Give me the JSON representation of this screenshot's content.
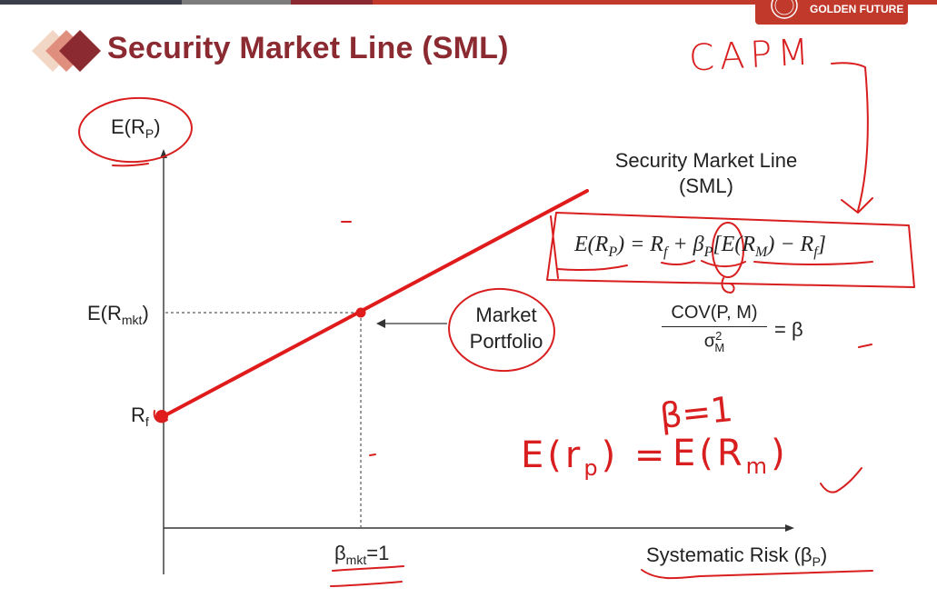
{
  "slide": {
    "title": "Security Market Line (SML)",
    "logo_text": "GOLDEN FUTURE"
  },
  "colors": {
    "title": "#8c2a32",
    "line": "#e01b1b",
    "ink": "#d81e1e",
    "text": "#222222"
  },
  "axes": {
    "y_label_main": "E(R",
    "y_label_sub": "P",
    "y_label_close": ")",
    "x_label": "Systematic Risk (β",
    "x_label_sub": "P",
    "x_label_close": ")"
  },
  "labels": {
    "e_rmkt_main": "E(R",
    "e_rmkt_sub": "mkt",
    "e_rmkt_close": ")",
    "rf_main": "R",
    "rf_sub": "f",
    "beta_mkt_main": "β",
    "beta_mkt_sub": "mkt",
    "beta_mkt_val": "=1",
    "sml_line1": "Security Market Line",
    "sml_line2": "(SML)",
    "market_line1": "Market",
    "market_line2": "Portfolio"
  },
  "formula": {
    "lhs": "E(R",
    "lhs_sub": "P",
    "mid": ") = R",
    "rf_sub": "f",
    "plus": " + β",
    "beta_sub": "P",
    "bracket": "[E(R",
    "m_sub": "M",
    "minus": ") − R",
    "rf2_sub": "f",
    "close": "]"
  },
  "beta_formula": {
    "numerator": "COV(P, M)",
    "den_main": "σ",
    "den_sup": "2",
    "den_sub": "M",
    "rhs": "= β"
  },
  "handwriting": {
    "capm": "CAPM",
    "beta_eq": "β=1",
    "er_lhs": "E(r",
    "er_lhs_sub": "p",
    "er_eq": ") =",
    "er_rhs": "E(R",
    "er_rhs_sub": "m",
    "er_rhs_close": ")"
  }
}
